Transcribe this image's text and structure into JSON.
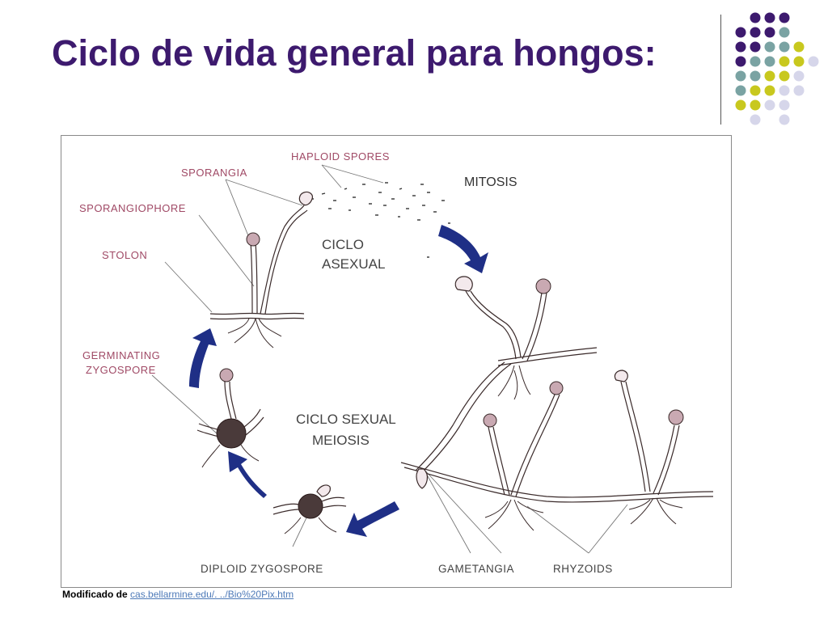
{
  "slide": {
    "title": "Ciclo de vida general para hongos:",
    "footer_prefix": "Modificado de",
    "footer_link": "cas.bellarmine.edu/. ../Bio%20Pix.htm"
  },
  "diagram": {
    "labels": {
      "haploid_spores": "HAPLOID SPORES",
      "mitosis": "MITOSIS",
      "sporangia": "SPORANGIA",
      "sporangiophore": "SPORANGIOPHORE",
      "stolon": "STOLON",
      "ciclo_asexual_1": "CICLO",
      "ciclo_asexual_2": "ASEXUAL",
      "germinating_1": "GERMINATING",
      "germinating_2": "ZYGOSPORE",
      "ciclo_sexual": "CICLO SEXUAL",
      "meiosis": "MEIOSIS",
      "diploid_zygospore": "DIPLOID ZYGOSPORE",
      "gametangia": "GAMETANGIA",
      "rhyzoids": "RHYZOIDS"
    }
  },
  "colors": {
    "title": "#3d1a6e",
    "arrows": "#1f2f86",
    "dot_purple": "#3d1a6e",
    "dot_teal": "#7aa3a3",
    "dot_yellow": "#c8c81e",
    "dot_lavender": "#d6d6ea"
  }
}
